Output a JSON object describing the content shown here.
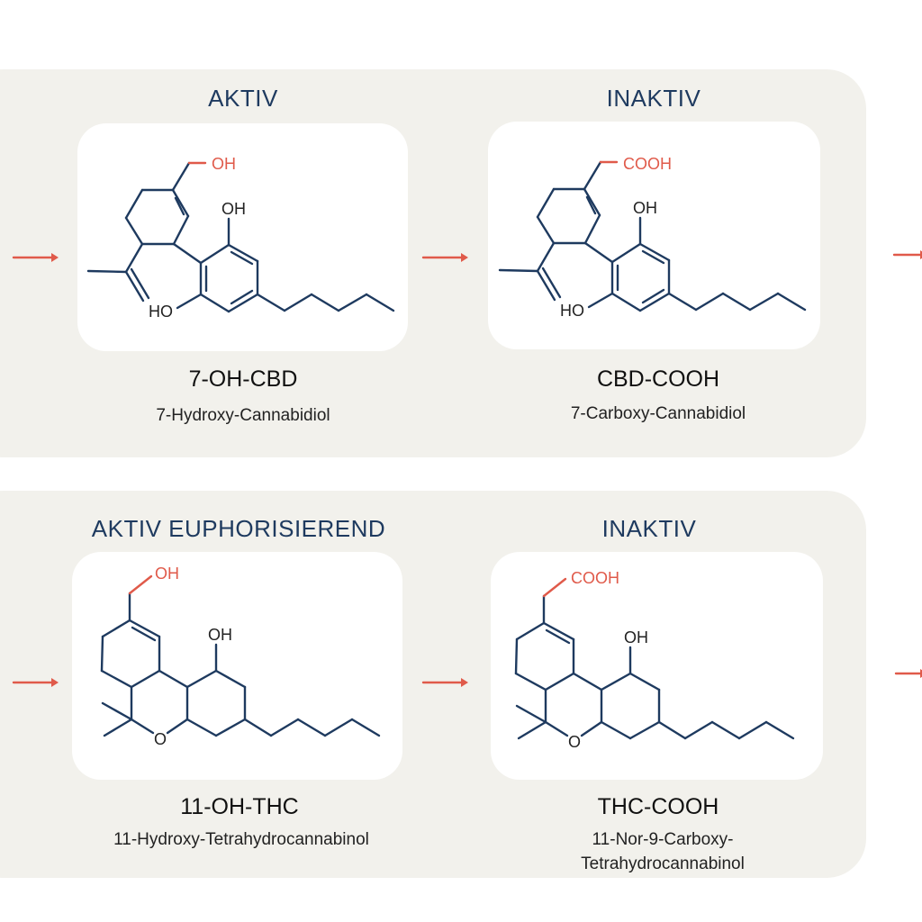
{
  "colors": {
    "bond": "#1e3a5f",
    "highlight": "#e05a4a",
    "panel": "#f2f1ec"
  },
  "rows": [
    {
      "left": {
        "status": "AKTIV",
        "abbr": "7-OH-CBD",
        "full": "7-Hydroxy-Cannabidiol",
        "group": "OH"
      },
      "right": {
        "status": "INAKTIV",
        "abbr": "CBD-COOH",
        "full": "7-Carboxy-Cannabidiol",
        "group": "COOH"
      }
    },
    {
      "left": {
        "status": "AKTIV EUPHORISIEREND",
        "abbr": "11-OH-THC",
        "full": "11-Hydroxy-Tetrahydrocannabinol",
        "group": "OH"
      },
      "right": {
        "status": "INAKTIV",
        "abbr": "THC-COOH",
        "full": "11-Nor-9-Carboxy-Tetrahydrocannabinol",
        "full_lines": [
          "11-Nor-9-Carboxy-",
          "Tetrahydrocannabinol"
        ],
        "group": "COOH"
      }
    }
  ],
  "atoms": {
    "hydroxyl": "OH",
    "hydroxyl_left": "HO",
    "oxygen": "O"
  }
}
